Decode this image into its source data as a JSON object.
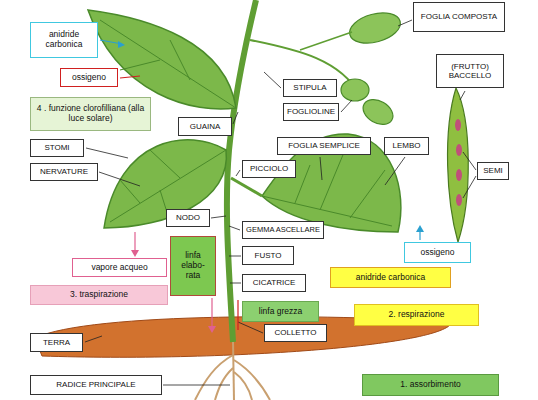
{
  "diagram": {
    "nodes": [
      {
        "text": [
          "FOGLIA COMPOSTA"
        ]
      },
      {
        "text": [
          "anidride carbonica"
        ]
      },
      {
        "text": [
          "ossigeno"
        ]
      },
      {
        "text": [
          "(FRUTTO) BACCELLO"
        ]
      },
      {
        "text": [
          "STIPULA"
        ]
      },
      {
        "text": [
          "4 . funzione clorofilliana (alla luce solare)"
        ]
      },
      {
        "text": [
          "FOGLIOLINE"
        ]
      },
      {
        "text": [
          "GUAINA"
        ]
      },
      {
        "text": [
          "STOMI"
        ]
      },
      {
        "text": [
          "FOGLIA SEMPLICE"
        ]
      },
      {
        "text": [
          "LEMBO"
        ]
      },
      {
        "text": [
          "NERVATURE"
        ]
      },
      {
        "text": [
          "PICCIOLO"
        ]
      },
      {
        "text": [
          "SEMI"
        ]
      },
      {
        "text": [
          "NODO"
        ]
      },
      {
        "text": [
          "GEMMA ASCELLARE"
        ]
      },
      {
        "text": [
          "linfa elabo- rata"
        ]
      },
      {
        "text": [
          "ossigeno"
        ]
      },
      {
        "text": [
          "FUSTO"
        ]
      },
      {
        "text": [
          "vapore acqueo"
        ]
      },
      {
        "text": [
          "anidride carbonica"
        ]
      },
      {
        "text": [
          "CICATRICE"
        ]
      },
      {
        "text": [
          "3. traspirazione"
        ]
      },
      {
        "text": [
          "linfa grezza"
        ]
      },
      {
        "text": [
          "2. respirazione"
        ]
      },
      {
        "text": [
          "COLLETTO"
        ]
      },
      {
        "text": [
          "TERRA"
        ]
      },
      {
        "text": [
          "1. assorbimento"
        ]
      },
      {
        "text": [
          "RADICE PRINCIPALE"
        ]
      }
    ]
  }
}
